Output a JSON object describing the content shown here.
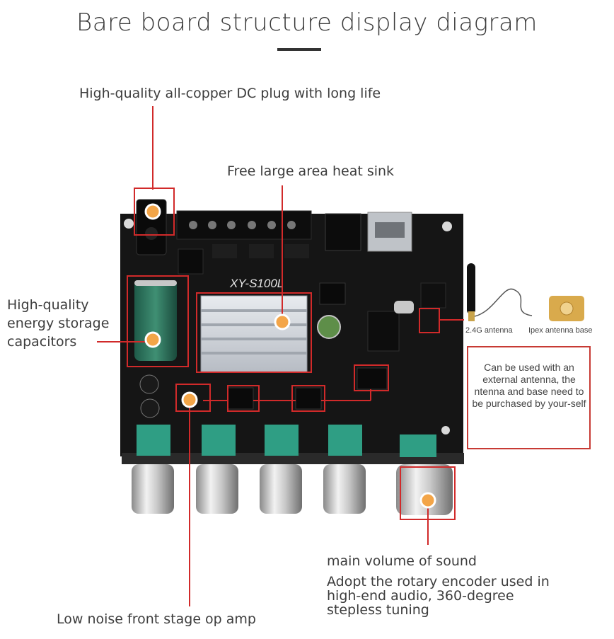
{
  "title": "Bare board structure display diagram",
  "labels": {
    "dc_plug": "High-quality all-copper DC plug with long life",
    "heat_sink": "Free large area heat sink",
    "capacitors": "High-quality energy storage capacitors",
    "main_volume": "main volume of sound",
    "encoder": "Adopt the rotary encoder used in high-end audio, 360-degree stepless tuning",
    "op_amp": "Low noise front stage op amp"
  },
  "board": {
    "model": "XY-S100L"
  },
  "antenna": {
    "antenna_label": "2.4G antenna",
    "base_label": "Ipex antenna base"
  },
  "note": "Can be used with an external antenna, the ntenna and base need to be purchased by your-self",
  "colors": {
    "accent_red": "#d12a2a",
    "marker_orange": "#f3a548",
    "board_black": "#141414",
    "knob_teal": "#2f9e84"
  }
}
